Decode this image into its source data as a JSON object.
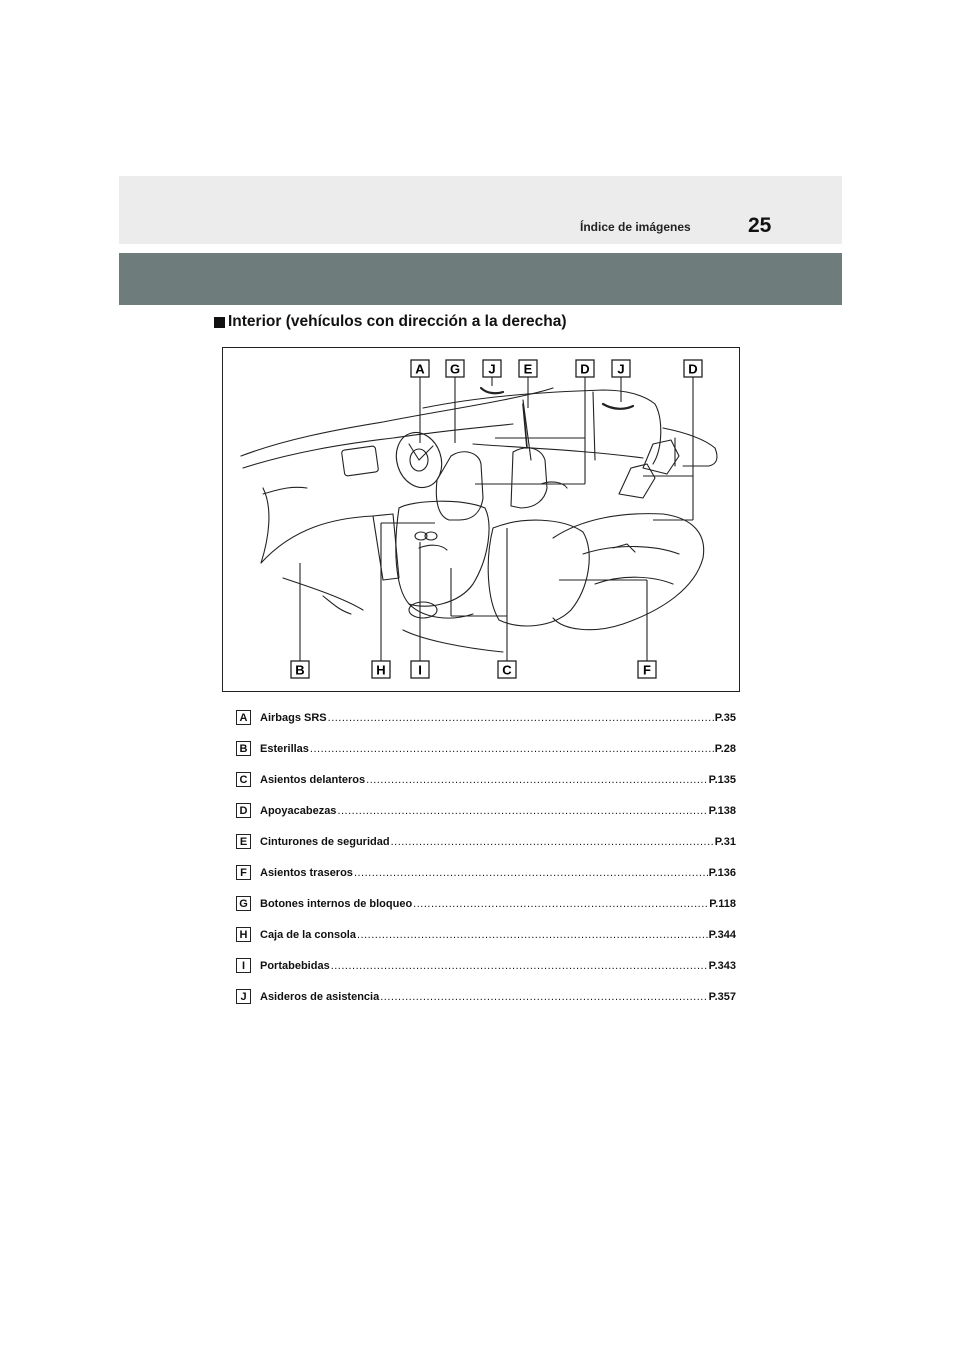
{
  "header": {
    "title": "Índice de imágenes",
    "page_number": "25"
  },
  "section": {
    "heading": "Interior (vehículos con dirección a la derecha)"
  },
  "figure": {
    "callouts_top": [
      "A",
      "G",
      "J",
      "E",
      "D",
      "J",
      "D"
    ],
    "callouts_bottom": [
      "B",
      "H",
      "I",
      "C",
      "F"
    ]
  },
  "legend": [
    {
      "letter": "A",
      "name": "Airbags SRS",
      "page": "P.35"
    },
    {
      "letter": "B",
      "name": "Esterillas",
      "page": "P.28"
    },
    {
      "letter": "C",
      "name": "Asientos delanteros",
      "page": "P.135"
    },
    {
      "letter": "D",
      "name": "Apoyacabezas",
      "page": "P.138"
    },
    {
      "letter": "E",
      "name": "Cinturones de seguridad",
      "page": "P.31"
    },
    {
      "letter": "F",
      "name": "Asientos traseros",
      "page": "P.136"
    },
    {
      "letter": "G",
      "name": "Botones internos de bloqueo",
      "page": "P.118"
    },
    {
      "letter": "H",
      "name": "Caja de la consola",
      "page": "P.344"
    },
    {
      "letter": "I",
      "name": "Portabebidas",
      "page": "P.343"
    },
    {
      "letter": "J",
      "name": "Asideros de asistencia",
      "page": "P.357"
    }
  ]
}
